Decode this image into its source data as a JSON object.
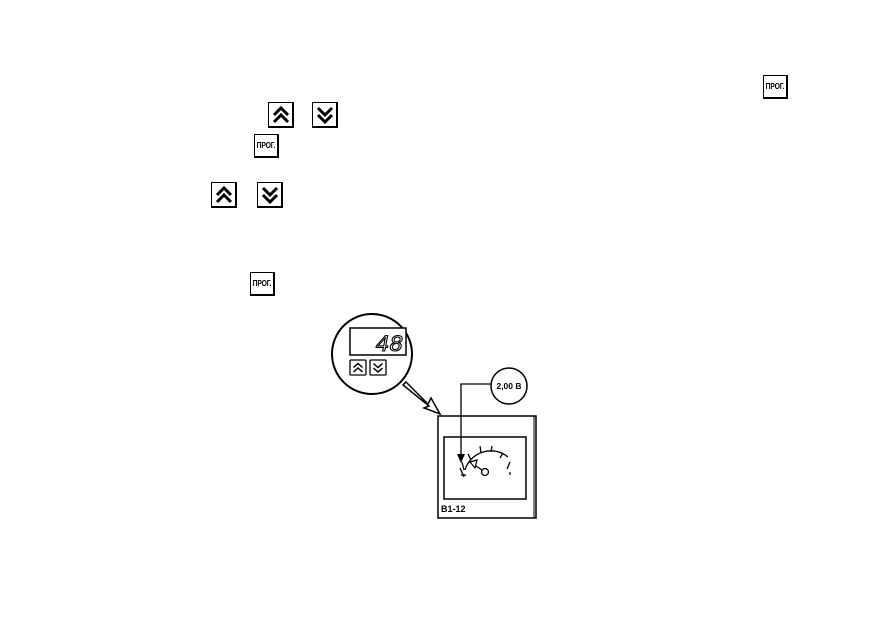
{
  "buttons": {
    "prog_label": "ПРОГ.",
    "up_icon": "double-chevron-up",
    "down_icon": "double-chevron-down"
  },
  "diagram": {
    "display_value": "48",
    "voltage_label": "2,00 В",
    "device_label": "В1-12"
  }
}
